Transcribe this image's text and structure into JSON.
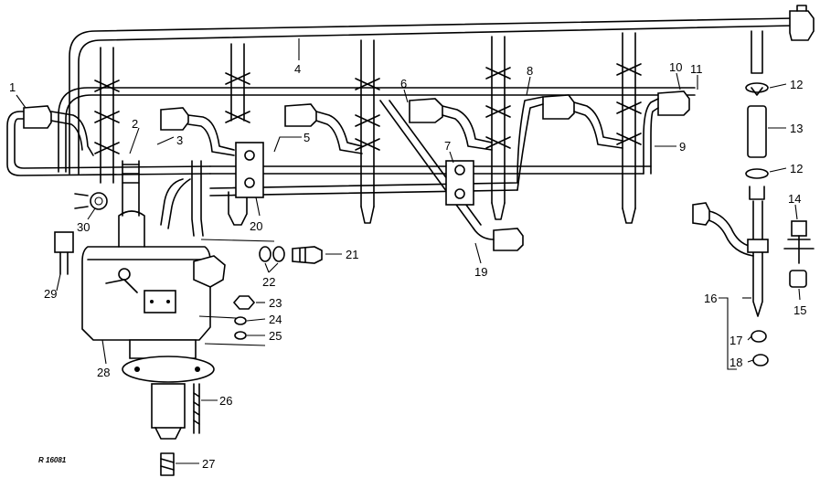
{
  "figure_ref": "R 16081",
  "callouts": [
    "1",
    "2",
    "3",
    "4",
    "5",
    "6",
    "7",
    "8",
    "9",
    "10",
    "11",
    "12",
    "13",
    "12",
    "14",
    "15",
    "16",
    "17",
    "18",
    "19",
    "20",
    "21",
    "22",
    "23",
    "24",
    "25",
    "26",
    "27",
    "28",
    "29",
    "30"
  ]
}
